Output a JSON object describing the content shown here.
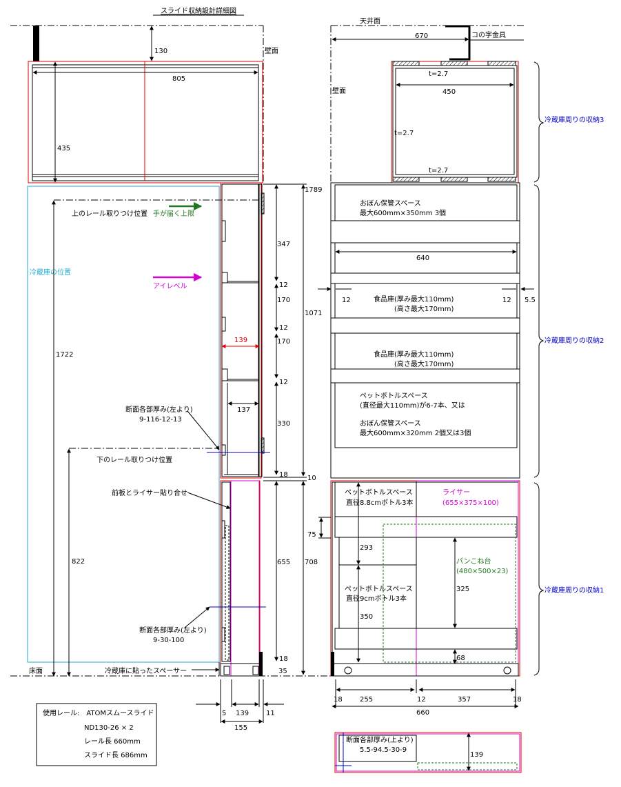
{
  "title": "スライド収納設計詳細図",
  "colors": {
    "red": "#e00000",
    "magenta": "#d400d4",
    "cyan": "#22aacc",
    "blue": "#0000cc",
    "green": "#227722"
  },
  "left": {
    "wall_label": "壁面",
    "dim_130": "130",
    "dim_805": "805",
    "dim_435": "435",
    "fridge_position": "冷蔵庫の位置",
    "upper_rail": "上のレール取りつけ位置",
    "reach_limit": "手が届く上限",
    "eye_level": "アイレベル",
    "dim_1722": "1722",
    "dim_1789": "1789",
    "dim_1071": "1071",
    "dim_347": "347",
    "dim_12a": "12",
    "dim_170a": "170",
    "dim_12b": "12",
    "dim_139_red": "139",
    "dim_170b": "170",
    "dim_12c": "12",
    "dim_137": "137",
    "dim_330": "330",
    "dim_18a": "18",
    "dim_10": "10",
    "section_upper": "断面各部厚み(左より)",
    "section_upper_vals": "9-116-12-13",
    "lower_rail": "下のレール取りつけ位置",
    "front_riser": "前板とライサー貼り合せ",
    "dim_822": "822",
    "dim_655": "655",
    "dim_708": "708",
    "section_lower": "断面各部厚み(左より)",
    "section_lower_vals": "9-30-100",
    "dim_18b": "18",
    "dim_35": "35",
    "floor": "床面",
    "spacer": "冷蔵庫に貼ったスペーサー",
    "dim_5": "5",
    "dim_139b": "139",
    "dim_11": "11",
    "dim_155": "155"
  },
  "rail_box": {
    "line1": "使用レール:　ATOMスムースライド",
    "line2": "ND130-26 × 2",
    "line3": "レール長 660mm",
    "line4": "スライド長 686mm"
  },
  "right": {
    "ceiling": "天井面",
    "dim_670": "670",
    "bracket": "コの字金具",
    "wall": "壁面",
    "t1": "t=2.7",
    "dim_450": "450",
    "t2": "t=2.7",
    "t3": "t=2.7",
    "storage3": "冷蔵庫周りの収納3",
    "obon1_a": "おぼん保管スペース",
    "obon1_b": "最大600mm×350mm 3個",
    "dim_640": "640",
    "dim_12l": "12",
    "dim_12r": "12",
    "dim_5_5": "5.5",
    "food1_a": "食品庫(厚み最大110mm)",
    "food1_b": "(高さ最大170mm)",
    "food2_a": "食品庫(厚み最大110mm)",
    "food2_b": "(高さ最大170mm)",
    "storage2": "冷蔵庫周りの収納2",
    "pet_a": "ペットボトルスペース",
    "pet_b": "(直径最大110mm)が6-7本、又は",
    "obon2_a": "おぼん保管スペース",
    "obon2_b": "最大600mm×320mm 2個又は3個",
    "pet_small_a": "ペットボトルスペース",
    "pet_small_b": "直径8.8cmボトル3本",
    "riser_a": "ライサー",
    "riser_b": "(655×375×100)",
    "dim_75": "75",
    "dim_293": "293",
    "bread_a": "パンこね台",
    "bread_b": "(480×500×23)",
    "dim_325": "325",
    "storage1": "冷蔵庫周りの収納1",
    "pet_9_a": "ペットボトルスペース",
    "pet_9_b": "直径9cmボトル3本",
    "dim_350": "350",
    "dim_68": "68",
    "dim_18l": "18",
    "dim_255": "255",
    "dim_12m": "12",
    "dim_357": "357",
    "dim_18r": "18",
    "dim_660": "660",
    "section_a": "断面各部厚み(上より)",
    "section_b": "5.5-94.5-30-9",
    "dim_139": "139"
  }
}
